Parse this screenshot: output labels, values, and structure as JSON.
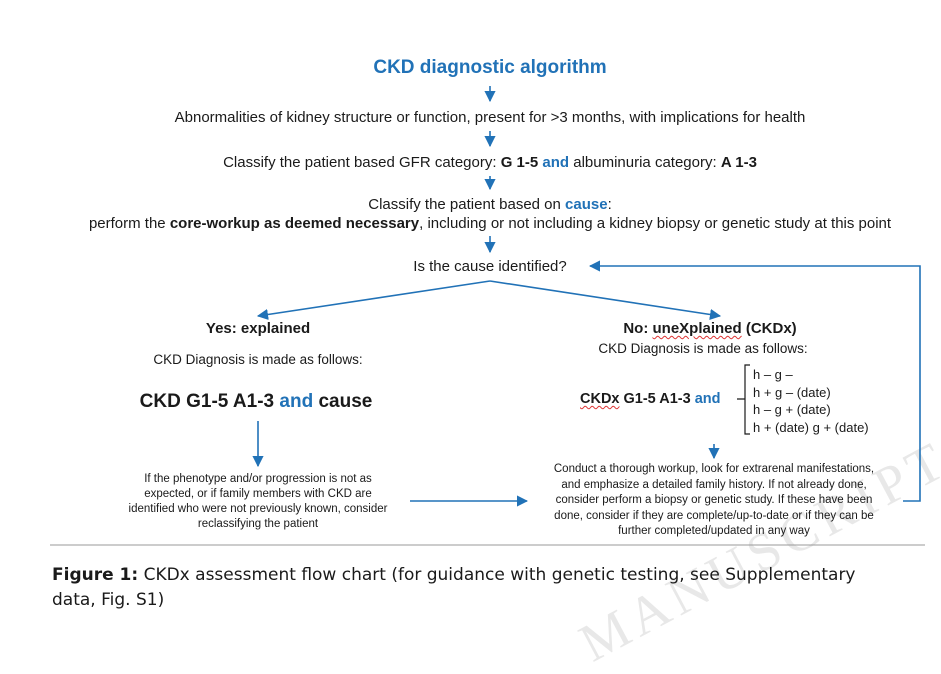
{
  "title": "CKD diagnostic algorithm",
  "step1": "Abnormalities of kidney structure or function, present for >3 months, with implications for health",
  "step2": {
    "prefix": "Classify the patient based GFR category: ",
    "g": "G 1-5",
    "and": " and ",
    "mid": "albuminuria category: ",
    "a": "A 1-3"
  },
  "step3": {
    "line1_prefix": "Classify the patient based on ",
    "line1_cause": "cause",
    "line1_suffix": ":",
    "line2_prefix": "perform the ",
    "line2_bold": "core-workup as deemed necessary",
    "line2_suffix": ", including or not including a kidney biopsy or genetic study at this point"
  },
  "question": "Is the cause identified?",
  "yes": {
    "heading": "Yes: explained",
    "made_as": "CKD Diagnosis is made as follows:",
    "formula_a": "CKD G1-5 A1-3 ",
    "formula_and": "and",
    "formula_b": " cause",
    "note": [
      "If the phenotype and/or progression is not as",
      "expected, or if family members with CKD are",
      "identified who were not previously known, consider",
      "reclassifying the patient"
    ]
  },
  "no": {
    "heading_prefix": "No: ",
    "heading_word": "uneXplained",
    "heading_suffix": " (CKDx)",
    "made_as": "CKD Diagnosis is made as follows:",
    "formula_a": "CKDx",
    "formula_b": " G1-5 A1-3 ",
    "formula_and": "and",
    "options": [
      "h – g –",
      "h + g – (date)",
      "h – g + (date)",
      "h + (date) g + (date)"
    ],
    "workup": [
      "Conduct a thorough workup, look for extrarenal manifestations,",
      "and emphasize a detailed family history. If not already done,",
      "consider perform a biopsy or genetic study. If these have been",
      "done, consider if they are complete/up-to-date or if they can be",
      "further completed/updated in any way"
    ]
  },
  "caption": {
    "label": "Figure 1:",
    "line1": " CKDx assessment flow chart (for guidance with genetic testing, see Supplementary",
    "line2": "data, Fig. S1)"
  },
  "colors": {
    "accent": "#2172b7",
    "text": "#1a1a1a"
  }
}
